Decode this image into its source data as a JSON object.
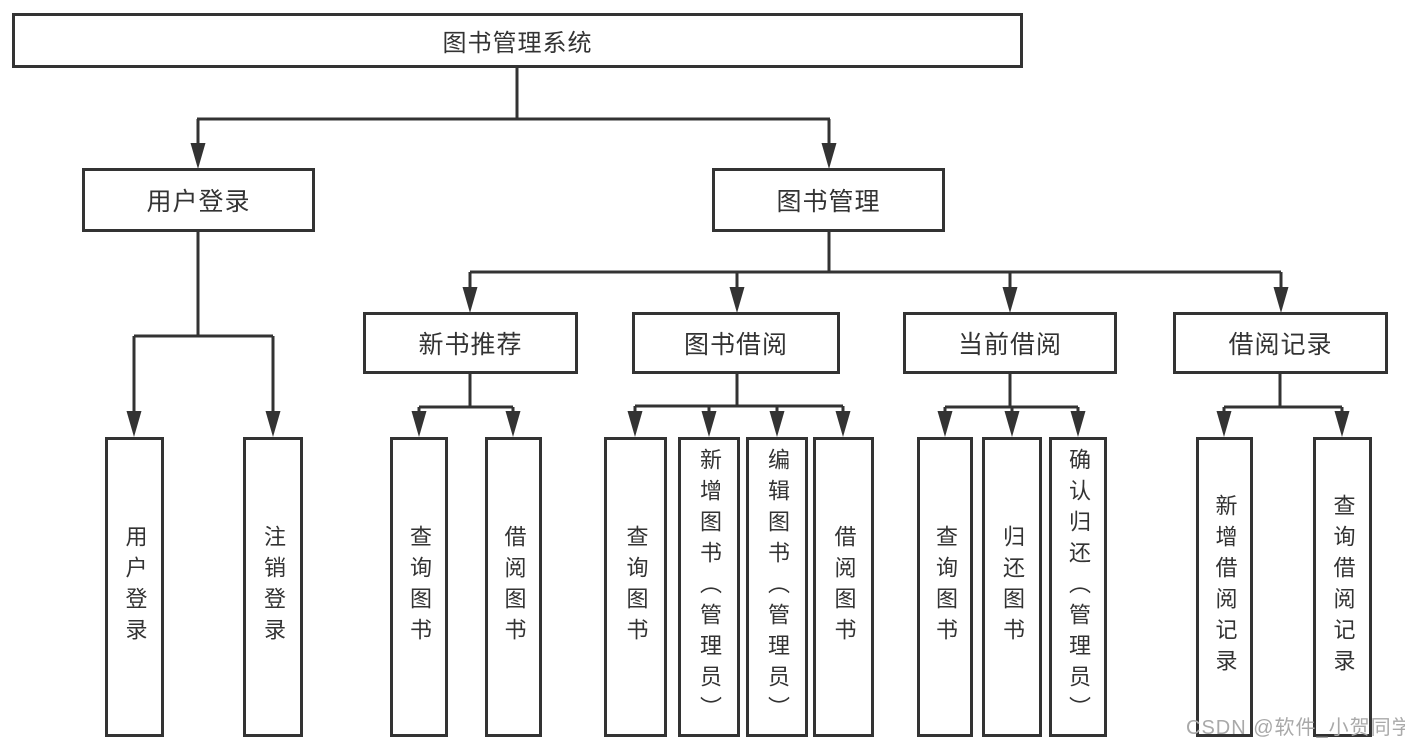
{
  "tree": {
    "root": {
      "label": "图书管理系统"
    },
    "branches": [
      {
        "label": "用户登录",
        "children": [
          {
            "label": "用户登录"
          },
          {
            "label": "注销登录"
          }
        ]
      },
      {
        "label": "图书管理",
        "sections": [
          {
            "label": "新书推荐",
            "children": [
              {
                "label": "查询图书"
              },
              {
                "label": "借阅图书"
              }
            ]
          },
          {
            "label": "图书借阅",
            "children": [
              {
                "label": "查询图书"
              },
              {
                "label": "新增图书（管理员）"
              },
              {
                "label": "编辑图书（管理员）"
              },
              {
                "label": "借阅图书"
              }
            ]
          },
          {
            "label": "当前借阅",
            "children": [
              {
                "label": "查询图书"
              },
              {
                "label": "归还图书"
              },
              {
                "label": "确认归还（管理员）"
              }
            ]
          },
          {
            "label": "借阅记录",
            "children": [
              {
                "label": "新增借阅记录"
              },
              {
                "label": "查询借阅记录"
              }
            ]
          }
        ]
      }
    ]
  },
  "watermark": "CSDN @软件_小贺同学",
  "colors": {
    "line": "#333333",
    "text": "#333333",
    "watermark": "#a9a9a9",
    "background": "#ffffff"
  }
}
